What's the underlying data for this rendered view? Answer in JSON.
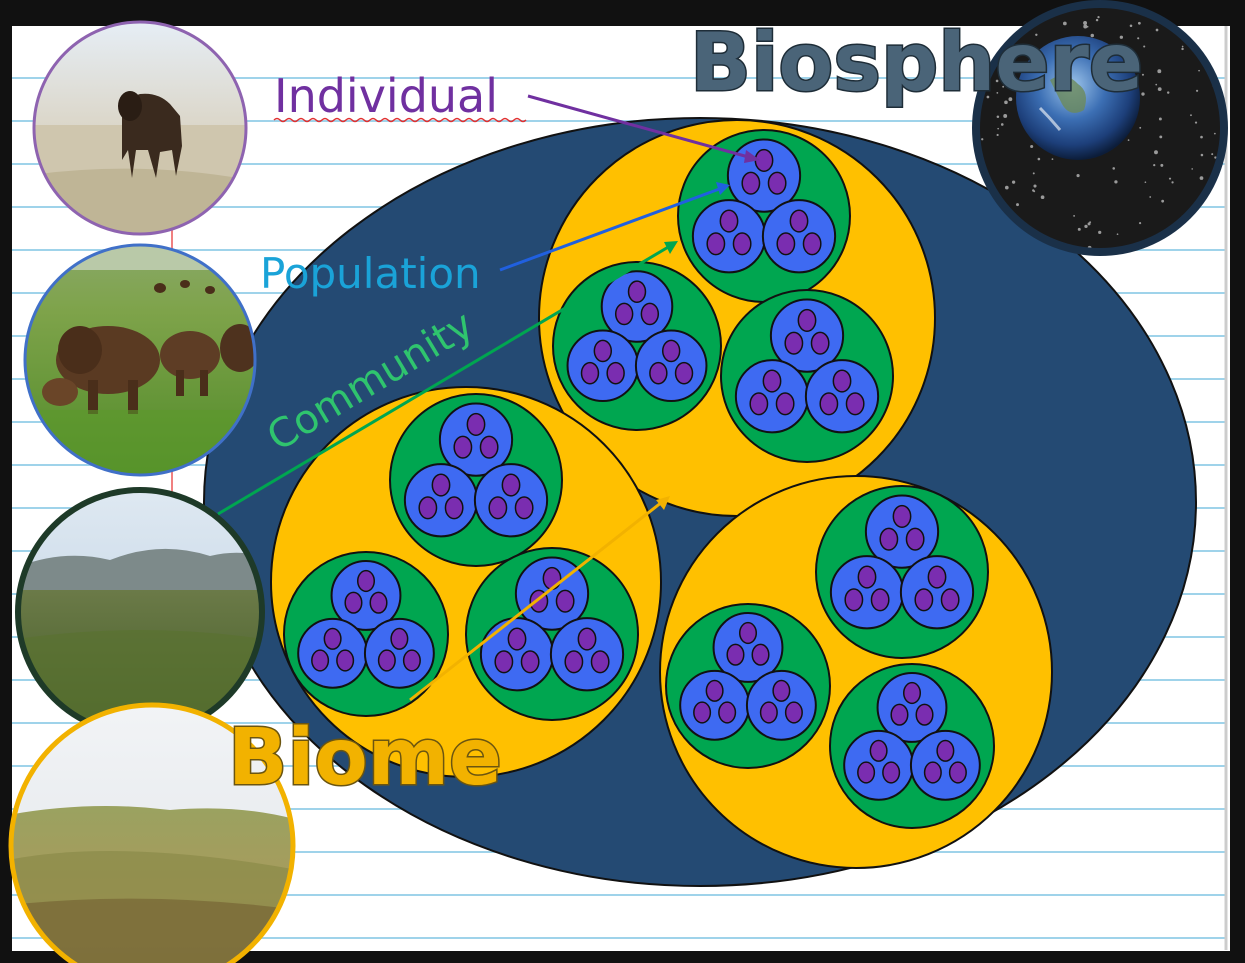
{
  "labels": {
    "individual": "Individual",
    "population": "Population",
    "community": "Community",
    "biome": "Biome",
    "biosphere": "Biosphere"
  },
  "colors": {
    "individual": "#7030a0",
    "population": "#1aa3d8",
    "community": "#2fc46e",
    "biome": "#f2b200",
    "biosphere": "#4a6478",
    "biome_fill": "#ffc000",
    "community_fill": "#00a650",
    "population_fill": "#3e6af2",
    "individual_fill": "#7a2db0",
    "ecosystem_fill": "#244a73"
  },
  "photos": [
    {
      "name": "bison-individual-photo",
      "depicts": "single bison on plain",
      "ring_color": "#8e63b0"
    },
    {
      "name": "bison-herd-photo",
      "depicts": "herd of bison on grassland",
      "ring_color": "#4070c8"
    },
    {
      "name": "prairie-landscape-photo",
      "depicts": "prairie with hills",
      "ring_color": "#1e3a28"
    },
    {
      "name": "grassland-biome-photo",
      "depicts": "rolling grassland",
      "ring_color": "#f2b200"
    },
    {
      "name": "earth-from-space-photo",
      "depicts": "earth in space",
      "ring_color": "#1a3048"
    }
  ]
}
